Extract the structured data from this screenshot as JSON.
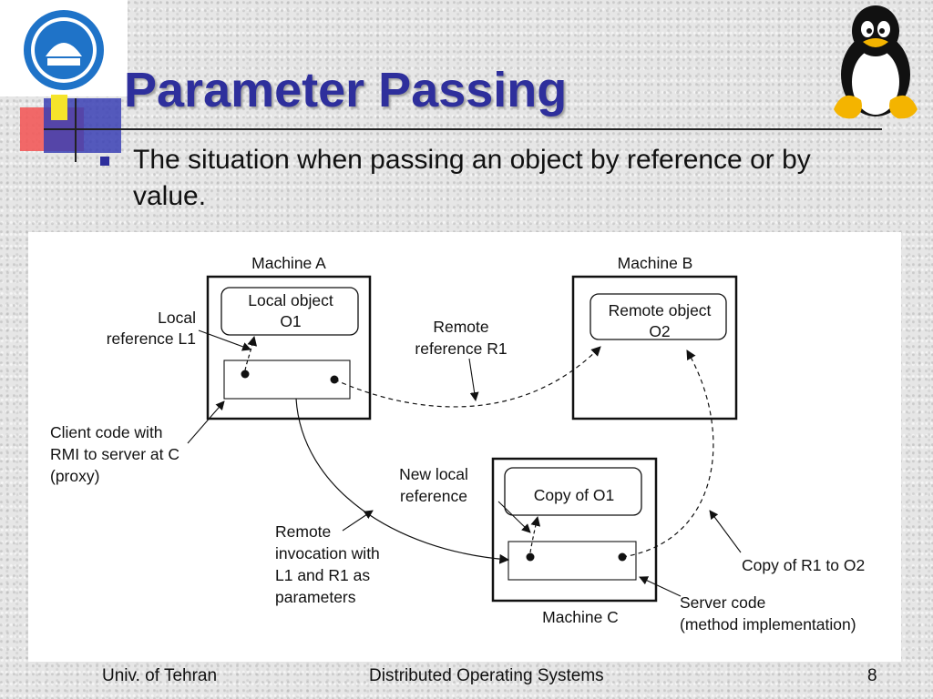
{
  "slide": {
    "title": "Parameter Passing",
    "bullet": "The situation when passing an object by reference or by value."
  },
  "diagram": {
    "machine_a": {
      "label": "Machine A",
      "object_line1": "Local object",
      "object_line2": "O1"
    },
    "machine_b": {
      "label": "Machine B",
      "object_line1": "Remote object",
      "object_line2": "O2"
    },
    "machine_c": {
      "label": "Machine C",
      "object_label": "Copy of O1"
    },
    "labels": {
      "local_reference_1": "Local",
      "local_reference_2": "reference L1",
      "remote_reference_1": "Remote",
      "remote_reference_2": "reference R1",
      "client_code_1": "Client code with",
      "client_code_2": "RMI to server at C",
      "client_code_3": "(proxy)",
      "new_local_ref_1": "New local",
      "new_local_ref_2": "reference",
      "remote_invocation_1": "Remote",
      "remote_invocation_2": "invocation with",
      "remote_invocation_3": "L1 and R1 as",
      "remote_invocation_4": "parameters",
      "copy_r1": "Copy of R1 to O2",
      "server_code_1": "Server code",
      "server_code_2": "(method implementation)"
    }
  },
  "footer": {
    "left": "Univ. of Tehran",
    "center": "Distributed Operating Systems",
    "page": "8"
  },
  "colors": {
    "title": "#2e2f9c",
    "accent_red": "#f25a5a",
    "accent_yellow": "#f5e42b"
  }
}
